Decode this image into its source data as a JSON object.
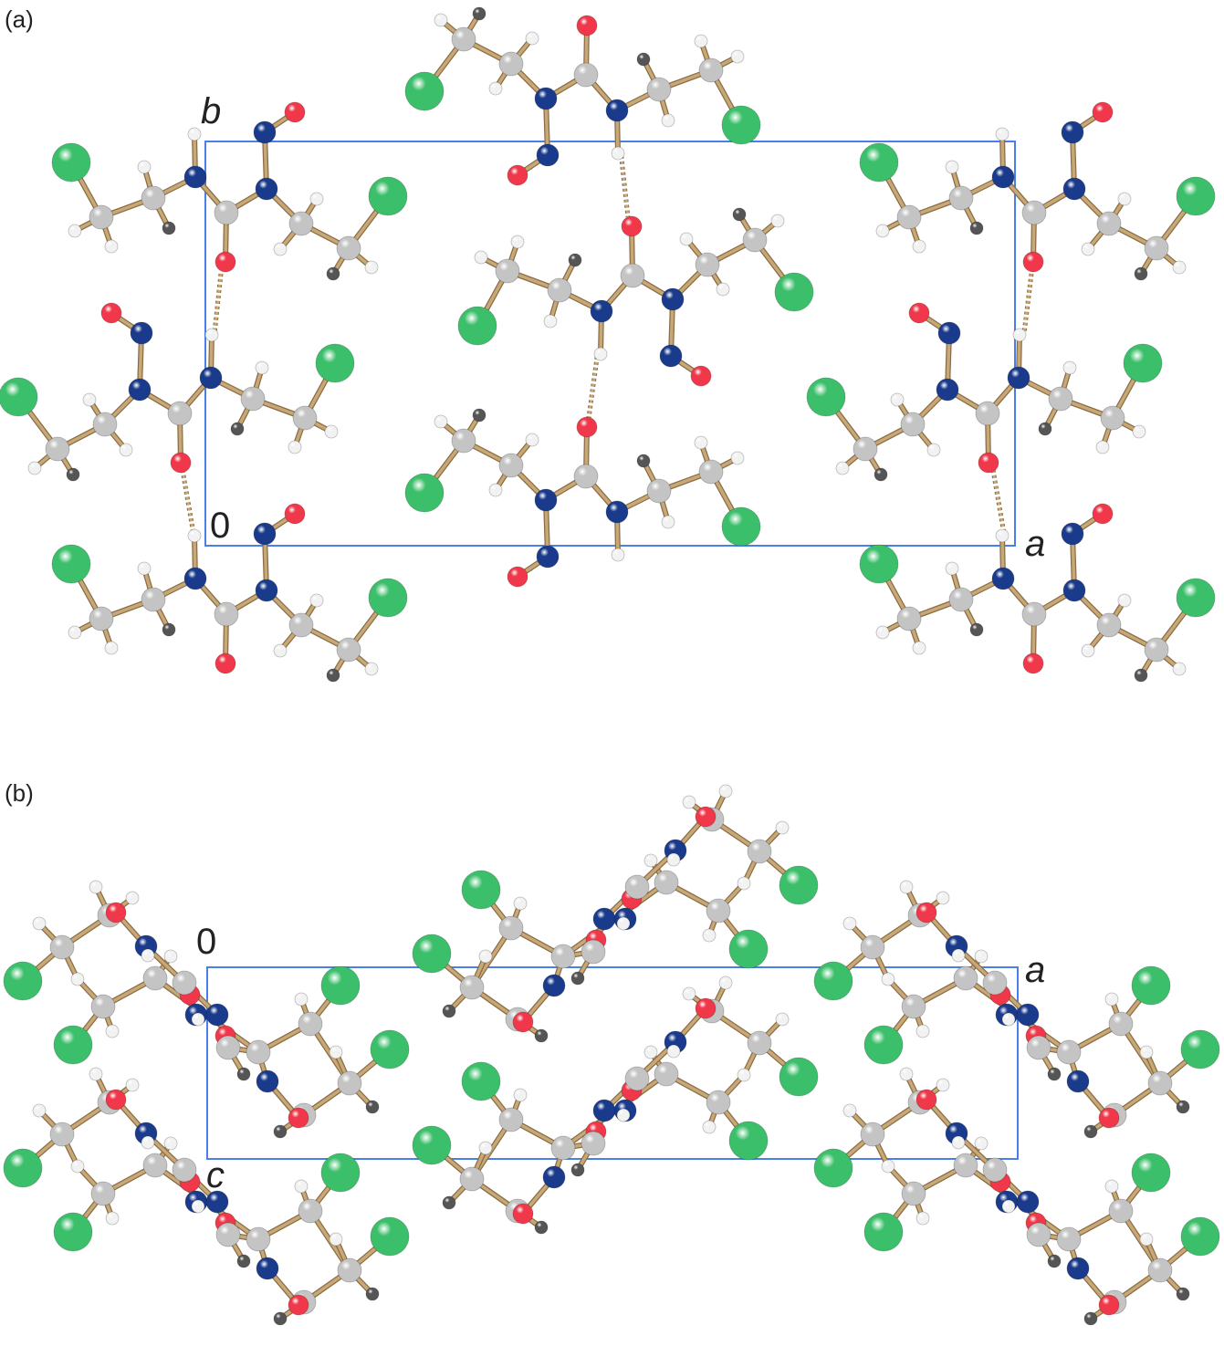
{
  "panels": [
    {
      "label": "(a)",
      "axes": {
        "b": "b",
        "origin": "0",
        "a": "a"
      }
    },
    {
      "label": "(b)",
      "axes": {
        "origin": "0",
        "a": "a",
        "c": "c"
      }
    }
  ],
  "colors": {
    "chlorine": "#3cbf6a",
    "carbon": "#c4c4c4",
    "nitrogen": "#1a3a8c",
    "oxygen": "#f0384a",
    "hydrogen": "#f2f2f2",
    "hydrogen_dark": "#555555",
    "bond": "#c9a877",
    "hbond": "#c9a877",
    "unit_cell": "#4a7fe8"
  }
}
